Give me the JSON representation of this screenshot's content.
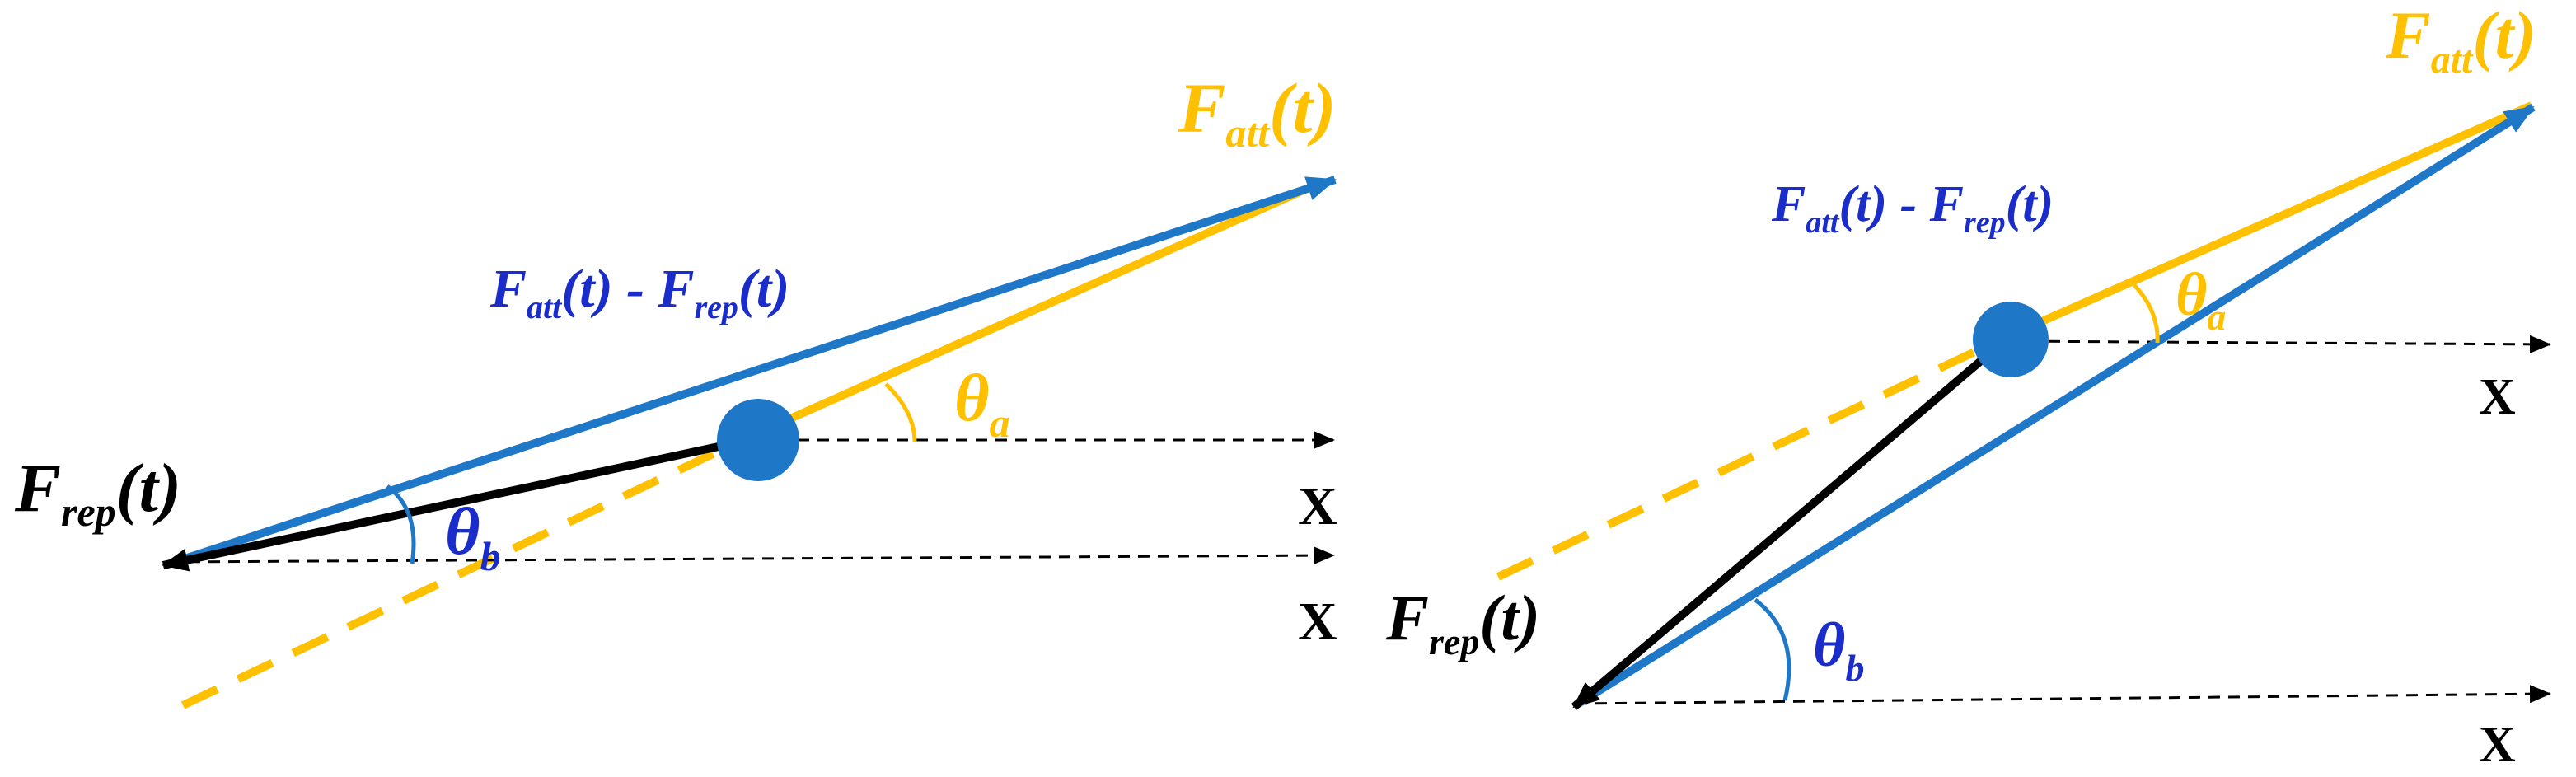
{
  "colors": {
    "attractive": "#FFC000",
    "resultant": "#1F77C8",
    "repulsive": "#000000",
    "label_blue": "#1A2CC9",
    "axis": "#000000",
    "dot": "#1F77C8"
  },
  "labels": {
    "F": "F",
    "att": "att",
    "rep": "rep",
    "t": "(t)",
    "minus": " - ",
    "theta": "θ",
    "a": "a",
    "b": "b",
    "x_axis": "X"
  }
}
